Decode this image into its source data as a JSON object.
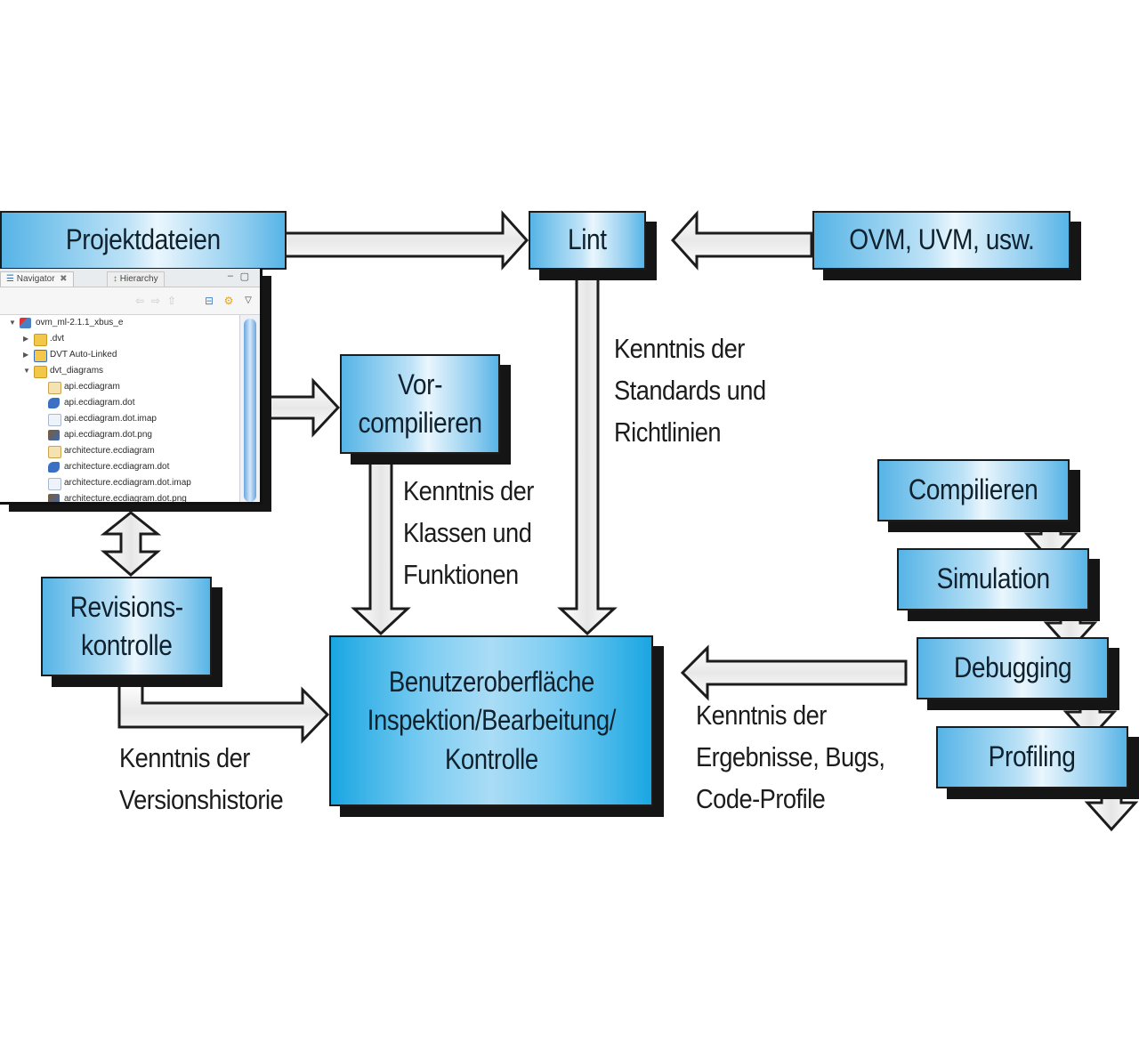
{
  "diagram": {
    "nodes": {
      "project_files": {
        "label": "Projektdateien"
      },
      "lint": {
        "label": "Lint"
      },
      "ovm_uvm": {
        "label": "OVM, UVM, usw."
      },
      "precompile": {
        "label_lines": [
          "Vor-",
          "compilieren"
        ]
      },
      "revision_control": {
        "label_lines": [
          "Revisions-",
          "kontrolle"
        ]
      },
      "ui": {
        "label_lines": [
          "Benutzeroberfläche",
          "Inspektion/Bearbeitung/",
          "Kontrolle"
        ]
      },
      "compile": {
        "label": "Compilieren"
      },
      "simulation": {
        "label": "Simulation"
      },
      "debugging": {
        "label": "Debugging"
      },
      "profiling": {
        "label": "Profiling"
      }
    },
    "edge_labels": {
      "lint_to_ui": [
        "Kenntnis der",
        "Standards und",
        "Richtlinien"
      ],
      "precompile_to_ui": [
        "Kenntnis der",
        "Klassen und",
        "Funktionen"
      ],
      "revision_to_ui": [
        "Kenntnis der",
        "Versionshistorie"
      ],
      "tools_to_ui": [
        "Kenntnis der",
        "Ergebnisse, Bugs,",
        "Code-Profile"
      ]
    },
    "edges": [
      {
        "from": "project_files",
        "to": "lint"
      },
      {
        "from": "ovm_uvm",
        "to": "lint"
      },
      {
        "from": "project_files",
        "to": "precompile"
      },
      {
        "from": "project_files",
        "to": "revision_control",
        "bidirectional": true
      },
      {
        "from": "lint",
        "to": "ui"
      },
      {
        "from": "precompile",
        "to": "ui"
      },
      {
        "from": "revision_control",
        "to": "ui"
      },
      {
        "from": "debugging",
        "to": "ui"
      },
      {
        "from": "compile",
        "to": "simulation"
      },
      {
        "from": "simulation",
        "to": "debugging"
      },
      {
        "from": "debugging",
        "to": "profiling"
      }
    ]
  },
  "navigator": {
    "tabs": [
      "Navigator",
      "Hierarchy"
    ],
    "active_tab": "Navigator",
    "tree": [
      {
        "name": "ovm_ml-2.1.1_xbus_e",
        "level": 0,
        "expanded": true,
        "icon": "project-icon"
      },
      {
        "name": ".dvt",
        "level": 1,
        "expanded": false,
        "icon": "folder-icon"
      },
      {
        "name": "DVT Auto-Linked",
        "level": 1,
        "expanded": false,
        "icon": "linked-folder-icon"
      },
      {
        "name": "dvt_diagrams",
        "level": 1,
        "expanded": true,
        "icon": "folder-icon"
      },
      {
        "name": "api.ecdiagram",
        "level": 2,
        "icon": "ecdiagram-icon"
      },
      {
        "name": "api.ecdiagram.dot",
        "level": 2,
        "icon": "dot-file-icon"
      },
      {
        "name": "api.ecdiagram.dot.imap",
        "level": 2,
        "icon": "text-file-icon"
      },
      {
        "name": "api.ecdiagram.dot.png",
        "level": 2,
        "icon": "image-file-icon"
      },
      {
        "name": "architecture.ecdiagram",
        "level": 2,
        "icon": "ecdiagram-icon"
      },
      {
        "name": "architecture.ecdiagram.dot",
        "level": 2,
        "icon": "dot-file-icon"
      },
      {
        "name": "architecture.ecdiagram.dot.imap",
        "level": 2,
        "icon": "text-file-icon"
      },
      {
        "name": "architecture.ecdiagram.dot.png",
        "level": 2,
        "icon": "image-file-icon"
      }
    ]
  },
  "colors": {
    "box_blue": "#56b4e6",
    "box_light": "#eaf6fd",
    "main_box_blue": "#1aa6e2",
    "shadow": "#151515",
    "arrow_fill": "#f2f2f2",
    "arrow_stroke": "#1c1c1c"
  }
}
